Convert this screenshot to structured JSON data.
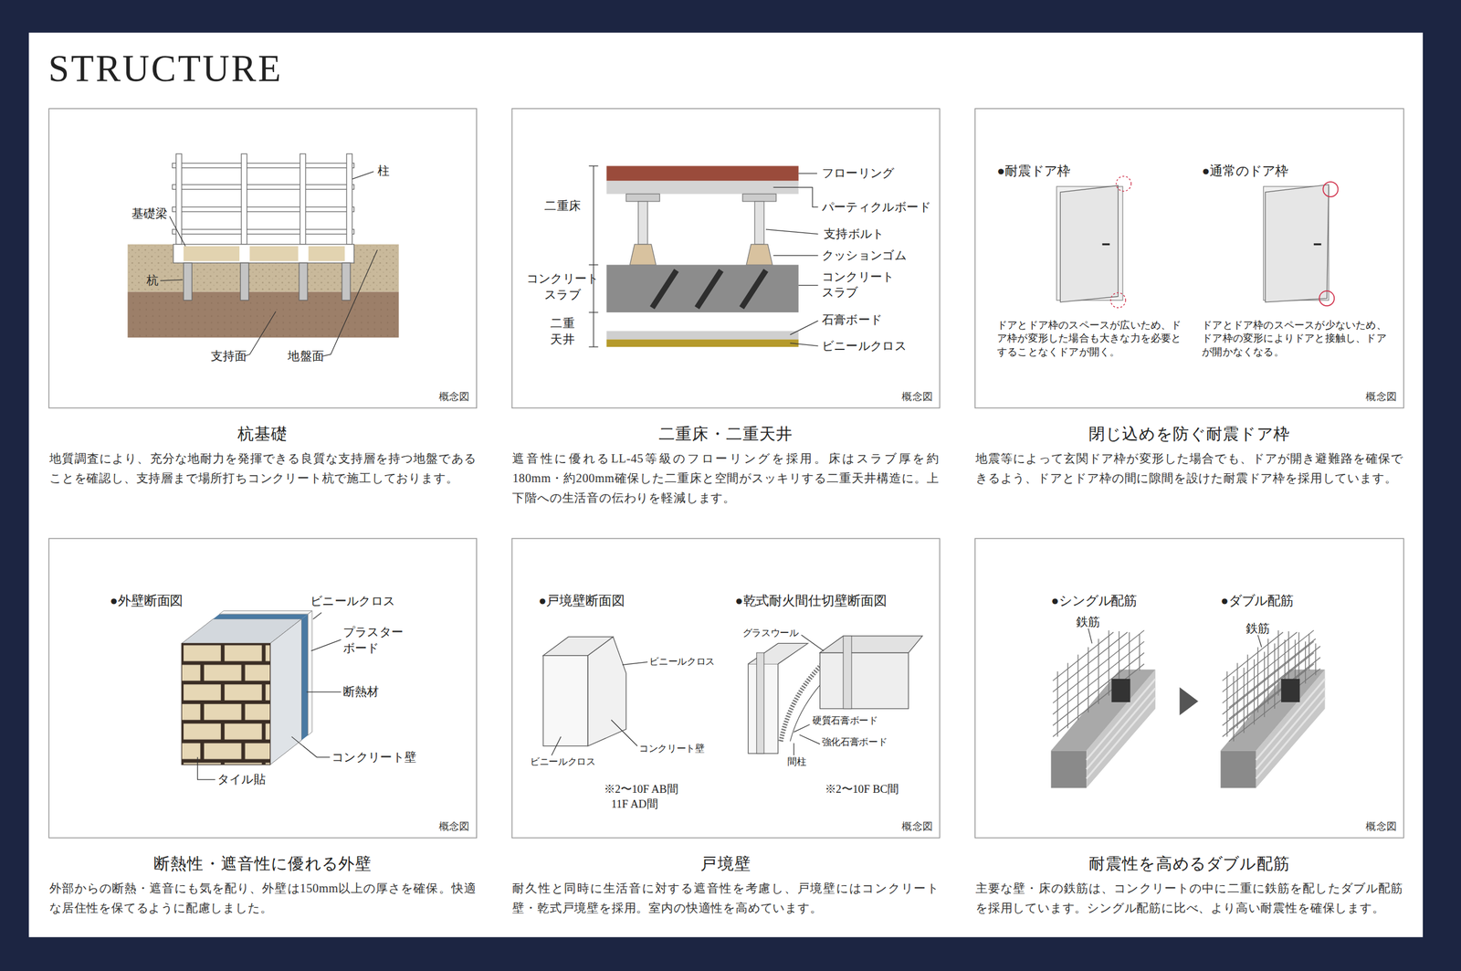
{
  "diagram": {
    "title": "STRUCTURE",
    "nodes": [
      {
        "text": [
          "杭基礎",
          "地質調査により、充分な地耐力を発揮できる良質な支持層を持つ地盤であることを確認し、支持層まで場所打ちコンクリート杭で施工しております。",
          "概念図"
        ]
      },
      {
        "text": [
          "二重床・二重天井",
          "遮音性に優れるLL-45等級のフローリングを採用。床はスラブ厚を約180mm・約200mm確保した二重床と空間がスッキリする二重天井構造に。上下階への生活音の伝わりを軽減します。",
          "概念図"
        ]
      },
      {
        "text": [
          "閉じ込めを防ぐ耐震ドア枠",
          "地震等によって玄関ドア枠が変形した場合でも、ドアが開き避難路を確保できるよう、ドアとドア枠の間に隙間を設けた耐震ドア枠を採用しています。",
          "概念図"
        ]
      },
      {
        "text": [
          "断熱性・遮音性に優れる外壁",
          "外部からの断熱・遮音にも気を配り、外壁は150mm以上の厚さを確保。快適な居住性を保てるように配慮しました。",
          "概念図"
        ]
      },
      {
        "text": [
          "戸境壁",
          "耐久性と同時に生活音に対する遮音性を考慮し、戸境壁にはコンクリート壁・乾式戸境壁を採用。室内の快適性を高めています。",
          "概念図"
        ]
      },
      {
        "text": [
          "耐震性を高めるダブル配筋",
          "主要な壁・床の鉄筋は、コンクリートの中に二重に鉄筋を配したダブル配筋を採用しています。シングル配筋に比べ、より高い耐震性を確保します。",
          "概念図"
        ]
      }
    ],
    "labels": [
      "柱",
      "基礎梁",
      "杭",
      "支持面",
      "地盤面",
      "二重床",
      "コンクリート スラブ",
      "二重 天井",
      "フローリング",
      "パーティクルボード",
      "支持ボルト",
      "クッションゴム",
      "コンクリート スラブ",
      "石膏ボード",
      "ビニールクロス",
      "●耐震ドア枠",
      "●通常のドア枠",
      "ドアとドア枠のスペースが広いため、ドア枠が変形した場合も大きな力を必要とすることなくドアが開く。",
      "ドアとドア枠のスペースが少ないため、ドア枠の変形によりドアと接触し、ドアが開かなくなる。",
      "●外壁断面図",
      "ビニールクロス",
      "プラスター ボード",
      "断熱材",
      "コンクリート壁",
      "タイル貼",
      "●戸境壁断面図",
      "●乾式耐火間仕切壁断面図",
      "ビニールクロス",
      "ビニールクロス",
      "コンクリート壁",
      "※2〜10F AB間",
      "11F AD間",
      "グラスウール",
      "硬質石膏ボード",
      "強化石膏ボード",
      "間柱",
      "※2〜10F BC間",
      "●シングル配筋",
      "●ダブル配筋",
      "鉄筋",
      "鉄筋"
    ]
  }
}
